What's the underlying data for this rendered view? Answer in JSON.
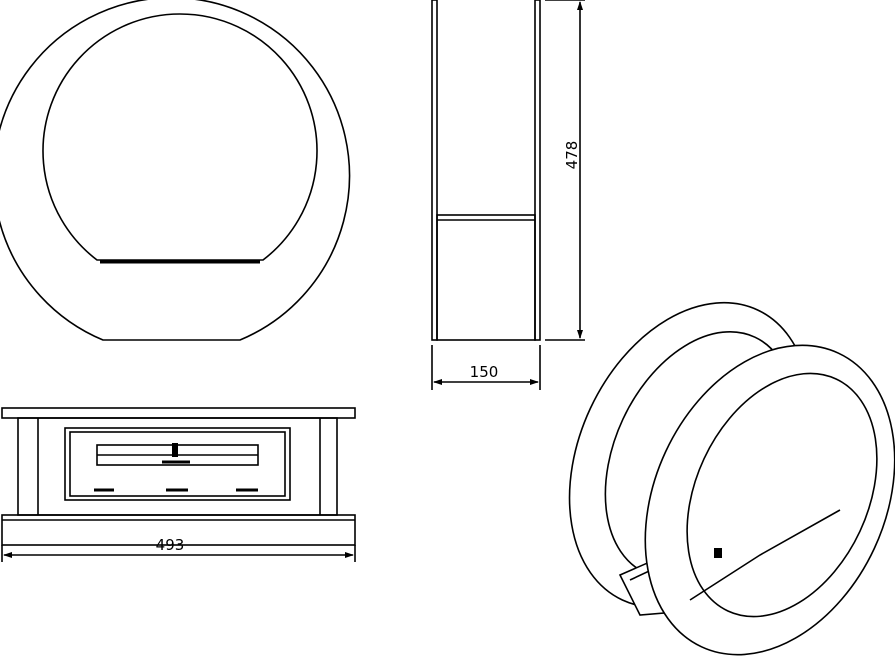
{
  "drawing": {
    "height_label": "478",
    "depth_label": "150",
    "width_label": "493"
  }
}
